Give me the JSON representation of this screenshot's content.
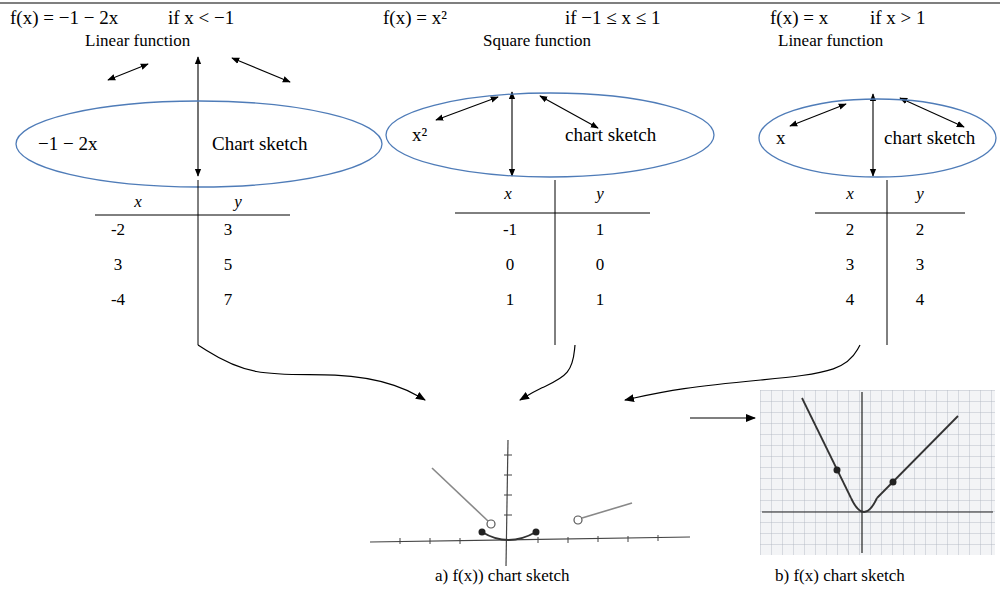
{
  "diagram": {
    "nodes": [
      {
        "text": [
          "−1 − 2x",
          "Chart sketch"
        ]
      },
      {
        "text": [
          "x²",
          "chart sketch"
        ]
      },
      {
        "text": [
          "x",
          "chart sketch"
        ]
      },
      {
        "text": [
          "x",
          "y",
          "-2",
          "3",
          "3",
          "5",
          "-4",
          "7"
        ]
      },
      {
        "text": [
          "x",
          "y",
          "-1",
          "1",
          "0",
          "0",
          "1",
          "1"
        ]
      },
      {
        "text": [
          "x",
          "y",
          "2",
          "2",
          "3",
          "3",
          "4",
          "4"
        ]
      },
      {
        "text": [
          "a) f(x)) chart sketch"
        ]
      },
      {
        "text": [
          "b) f(x) chart sketch"
        ]
      }
    ],
    "edges": [
      {
        "from": 3,
        "to": 6,
        "arrow": "to"
      },
      {
        "from": 4,
        "to": 6,
        "arrow": "to"
      },
      {
        "from": 5,
        "to": 6,
        "arrow": "to"
      },
      {
        "from": 6,
        "to": 7,
        "arrow": "to"
      }
    ],
    "labels": [
      "f(x) = −1 − 2x",
      "if x < −1",
      "Linear function",
      "f(x) = x²",
      "if −1 ≤ x ≤ 1",
      "Square function",
      "f(x) = x",
      "if x > 1",
      "Linear function"
    ]
  }
}
